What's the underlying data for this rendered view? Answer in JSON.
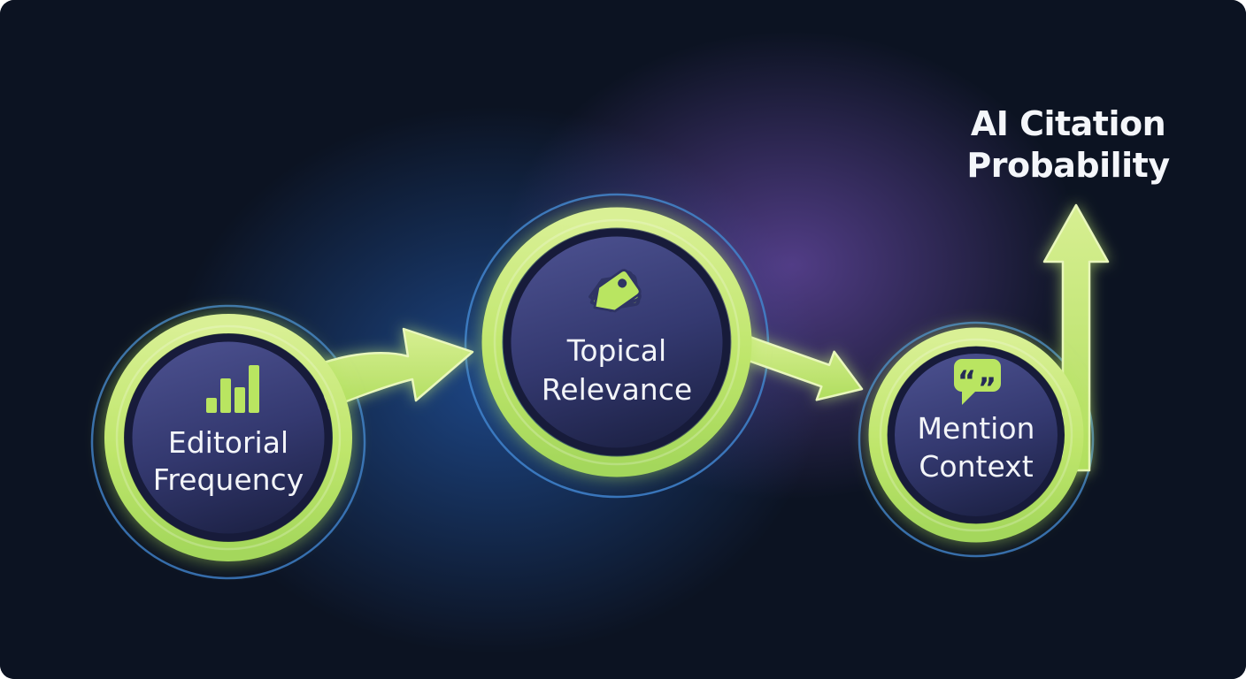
{
  "title": {
    "line1": "AI Citation",
    "line2": "Probability"
  },
  "nodes": [
    {
      "id": "editorial-frequency",
      "icon": "bar-chart-icon",
      "label_line1": "Editorial",
      "label_line2": "Frequency"
    },
    {
      "id": "topical-relevance",
      "icon": "tags-icon",
      "label_line1": "Topical",
      "label_line2": "Relevance"
    },
    {
      "id": "mention-context",
      "icon": "quote-bubble-icon",
      "label_line1": "Mention",
      "label_line2": "Context"
    }
  ],
  "icons": {
    "quote_open": "“",
    "quote_close": "”"
  },
  "connections": [
    {
      "from": "editorial-frequency",
      "to": "topical-relevance",
      "style": "curved-arrow"
    },
    {
      "from": "topical-relevance",
      "to": "mention-context",
      "style": "straight-arrow"
    },
    {
      "from": "mention-context",
      "to": "ai-citation-probability",
      "style": "up-arrow"
    }
  ],
  "colors": {
    "background": "#0c1322",
    "accent_green": "#b9e561",
    "green_light": "#d9f095",
    "ring_blue": "#3f82cf",
    "glow_blue": "#2e79e8",
    "glow_purple": "#8a5fd8",
    "node_fill_top": "#4a4f8c",
    "node_fill_bottom": "#1e2348",
    "text": "#f3f5f9"
  }
}
